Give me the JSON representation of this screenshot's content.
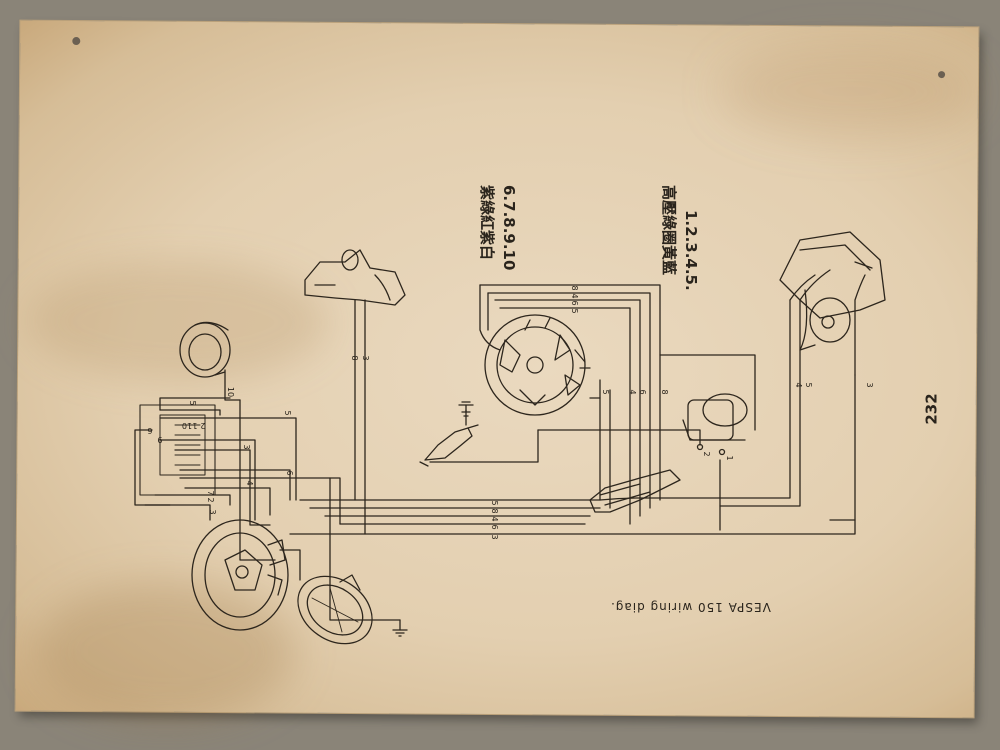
{
  "page": {
    "page_number": "232",
    "caption": "VESPA 150 wiring diag."
  },
  "legend": {
    "col1": "1.2.3.4.5.",
    "col1_labels": "高壓綠圈黃藍",
    "col2": "6.7.8.9.10",
    "col2_labels": "紫綠紅紫白"
  },
  "wire_numbers": {
    "bundle": [
      "5",
      "8",
      "4",
      "6",
      "3"
    ],
    "stator": [
      "8",
      "4",
      "6",
      "5"
    ],
    "stator_drops": [
      "5",
      "4",
      "6",
      "8"
    ],
    "headlamp_drops": [
      "4",
      "5",
      "3"
    ],
    "taillamp": [
      "8",
      "3"
    ],
    "switch_left": [
      "5",
      "10",
      "5",
      "3",
      "6",
      "4",
      "7",
      "2",
      "3"
    ],
    "switch_block": [
      "6",
      "9",
      "10",
      "1",
      "2"
    ],
    "coil": [
      "2",
      "1"
    ]
  },
  "colors": {
    "paper": "#e6d4b6",
    "ink": "#2a241c"
  }
}
